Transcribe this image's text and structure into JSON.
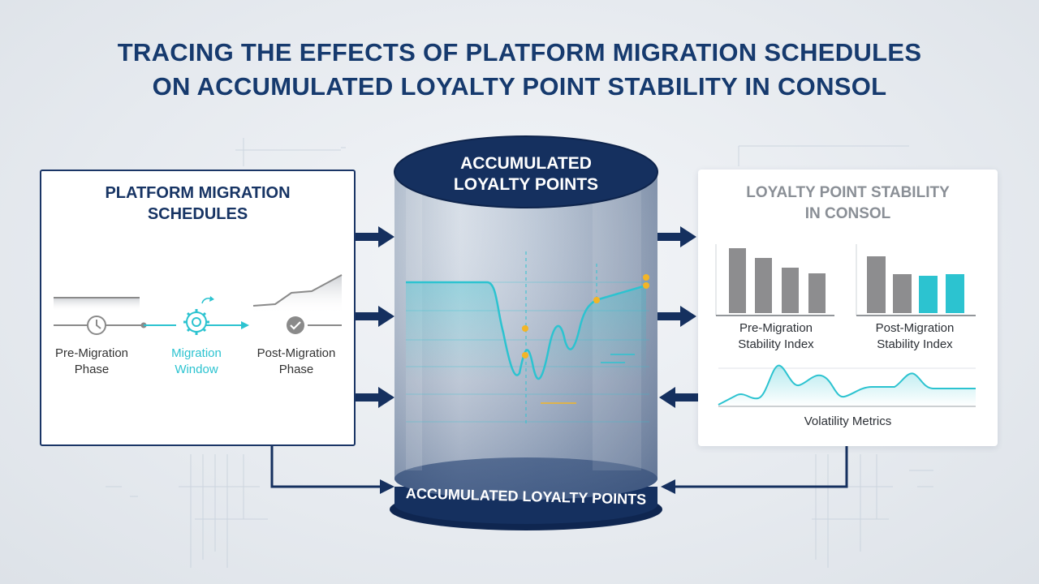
{
  "title": {
    "line1": "TRACING THE EFFECTS OF PLATFORM MIGRATION SCHEDULES",
    "line2": "ON ACCUMULATED LOYALTY POINT STABILITY IN CONSOL"
  },
  "left_panel": {
    "title_line1": "PLATFORM MIGRATION",
    "title_line2": "SCHEDULES",
    "phases": [
      {
        "line1": "Pre-Migration",
        "line2": "Phase",
        "icon": "clock-icon"
      },
      {
        "line1": "Migration",
        "line2": "Window",
        "icon": "gear-icon"
      },
      {
        "line1": "Post-Migration",
        "line2": "Phase",
        "icon": "check-icon"
      }
    ]
  },
  "cylinder": {
    "top_line1": "ACCUMULATED",
    "top_line2": "LOYALTY POINTS",
    "bottom_label": "ACCUMULATED LOYALTY POINTS"
  },
  "right_panel": {
    "title_line1": "LOYALTY POINT STABILITY",
    "title_line2": "IN CONSOL",
    "pre_label_line1": "Pre-Migration",
    "pre_label_line2": "Stability Index",
    "post_label_line1": "Post-Migration",
    "post_label_line2": "Stability Index",
    "volatility_label": "Volatility Metrics"
  },
  "colors": {
    "navy": "#15305f",
    "accent_teal": "#2cc3d0",
    "marker_yellow": "#f3b526",
    "bar_gray": "#8d8d8f"
  }
}
